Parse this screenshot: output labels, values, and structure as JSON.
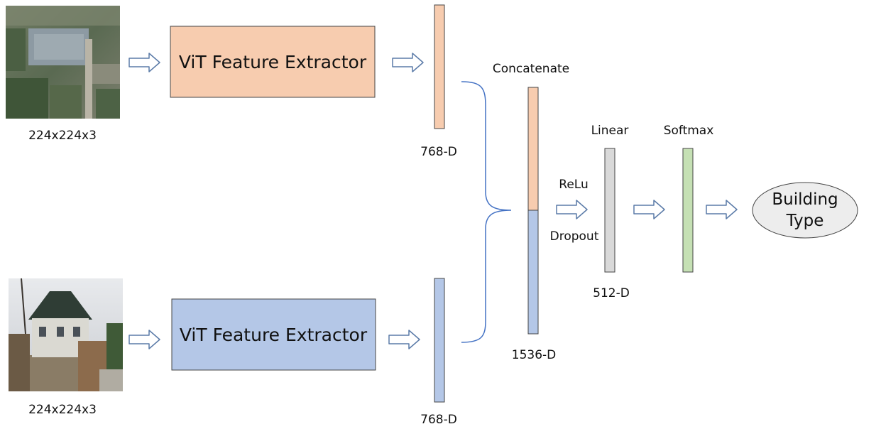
{
  "inputs": {
    "aerial": {
      "size_label": "224x224x3",
      "image": "aerial-satellite-image"
    },
    "street": {
      "size_label": "224x224x3",
      "image": "street-view-house-image"
    }
  },
  "extractors": {
    "top": {
      "label": "ViT Feature Extractor",
      "color": "#F7CCAF"
    },
    "bottom": {
      "label": "ViT Feature Extractor",
      "color": "#B4C7E7"
    }
  },
  "features": {
    "top_dim": "768-D",
    "bottom_dim": "768-D",
    "concat_label": "Concatenate",
    "concat_dim": "1536-D"
  },
  "head": {
    "relu_label": "ReLu",
    "dropout_label": "Dropout",
    "linear_label": "Linear",
    "linear_dim": "512-D",
    "linear_color": "#D9D9D9",
    "softmax_label": "Softmax",
    "softmax_color": "#C5E0B4"
  },
  "output": {
    "line1": "Building",
    "line2": "Type",
    "color": "#EDEDED"
  },
  "colors": {
    "arrow": "#5B7BA8",
    "brace": "#4472C4",
    "stroke": "#444444"
  }
}
